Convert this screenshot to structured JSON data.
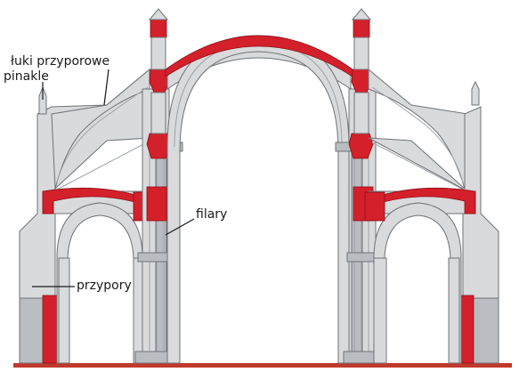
{
  "labels": {
    "flying_buttress": "łuki przyporowe",
    "pinnacle": "pinakle",
    "piers": "filary",
    "buttresses": "przypory"
  },
  "colors": {
    "stone": "#d8dadc",
    "stone_shadow": "#b9bdc1",
    "outline": "#6f7377",
    "highlight_red": "#d4202b",
    "ground": "#c0392b"
  }
}
